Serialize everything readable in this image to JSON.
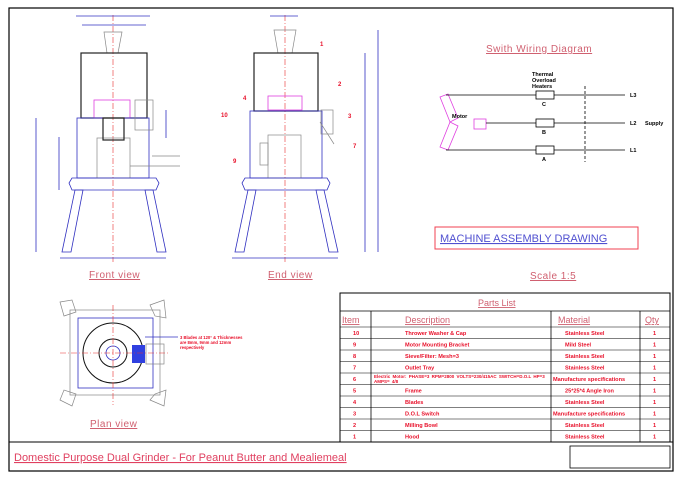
{
  "title_block": {
    "title": "Domestic Purpose Dual Grinder  - For Peanut Butter and Mealiemeal"
  },
  "views": {
    "front": "Front view",
    "end": "End view",
    "plan": "Plan view"
  },
  "plan_note": [
    "3 Blades at 120° & Thicknesses",
    "are 8mm, 9mm and 12mm",
    "respectively"
  ],
  "end_view_callouts": [
    "1",
    "2",
    "3",
    "4",
    "7",
    "9",
    "10"
  ],
  "wiring": {
    "title": "Swith Wiring Diagram",
    "heater_label": [
      "Thermal",
      "Overload",
      "Heaters"
    ],
    "motor": "Motor",
    "phases": [
      "C",
      "B",
      "A"
    ],
    "lines": [
      "L3",
      "L2",
      "L1"
    ],
    "supply": "Supply"
  },
  "drawing_title": "MACHINE ASSEMBLY DRAWING",
  "scale": "Scale 1:5",
  "parts_list": {
    "title": "Parts List",
    "headers": {
      "item": "Item",
      "description": "Description",
      "material": "Material",
      "qty": "Qty"
    },
    "rows": [
      {
        "item": "10",
        "description": "Thrower Washer & Cap",
        "material": "Stainless Steel",
        "qty": "1"
      },
      {
        "item": "9",
        "description": "Motor Mounting Bracket",
        "material": "Mild Steel",
        "qty": "1"
      },
      {
        "item": "8",
        "description": "Sieve/Filter: Mesh=3",
        "material": "Stainless Steel",
        "qty": "1"
      },
      {
        "item": "7",
        "description": "Outlet Tray",
        "material": "Stainless Steel",
        "qty": "1"
      },
      {
        "item": "6",
        "description": "Electric Motor:  PHASE=3  RPM=2800  VOLTS=230/415AC  SWITCH=D.O.L  HP=3  AMPS= 4/8",
        "material": "Manufacture specifications",
        "qty": "1"
      },
      {
        "item": "5",
        "description": "Frame",
        "material": "25*25*4 Angle Iron",
        "qty": "1"
      },
      {
        "item": "4",
        "description": "Blades",
        "material": "Stainless Steel",
        "qty": "1"
      },
      {
        "item": "3",
        "description": "D.O.L Switch",
        "material": "Manufacture specifications",
        "qty": "1"
      },
      {
        "item": "2",
        "description": "Milling Bowl",
        "material": "Stainless Steel",
        "qty": "1"
      },
      {
        "item": "1",
        "description": "Hood",
        "material": "Stainless Steel",
        "qty": "1"
      }
    ]
  }
}
